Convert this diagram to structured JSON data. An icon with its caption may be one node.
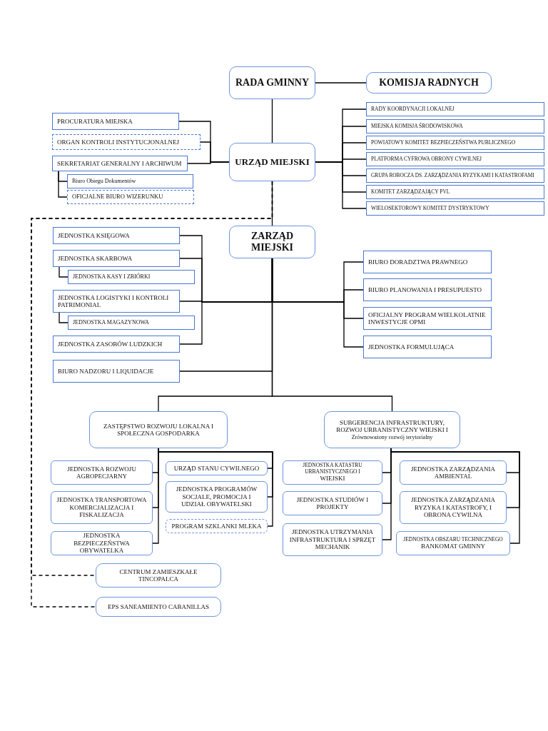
{
  "diagram": {
    "nodes": [
      {
        "text": [
          "RADA GMINNY"
        ]
      },
      {
        "text": [
          "KOMISJA RADNYCH"
        ]
      },
      {
        "text": [
          "URZĄD MIEJSKI"
        ]
      },
      {
        "text": [
          "PROCURATURA MIEJSKA"
        ]
      },
      {
        "text": [
          "ORGAN KONTROLI INSTYTUCJONALNEJ"
        ]
      },
      {
        "text": [
          "SEKRETARIAT GENERALNY I ARCHIWUM"
        ]
      },
      {
        "text": [
          "Biuro Obiegu Dokumentów"
        ]
      },
      {
        "text": [
          "OFICJALNE BIURO WIZERUNKU"
        ]
      },
      {
        "text": [
          "RADY KOORDYNACJI LOKALNEJ"
        ]
      },
      {
        "text": [
          "MIEJSKA KOMISJA ŚRODOWISKOWA"
        ]
      },
      {
        "text": [
          "POWIATOWY KOMITET BEZPIECZEŃSTWA PUBLICZNEGO"
        ]
      },
      {
        "text": [
          "PLATFORMA CYFROWA OBRONY CYWILNEJ"
        ]
      },
      {
        "text": [
          "GRUPA ROBOCZA DS. ZARZĄDZANIA RYZYKAMI I KATASTROFAMI"
        ]
      },
      {
        "text": [
          "KOMITET ZARZĄDZAJĄCY PVL"
        ]
      },
      {
        "text": [
          "WIELOSEKTOROWY KOMITET DYSTRYKTOWY"
        ]
      },
      {
        "text": [
          "ZARZĄD MIEJSKI"
        ]
      },
      {
        "text": [
          "JEDNOSTKA KSIĘGOWA"
        ]
      },
      {
        "text": [
          "JEDNOSTKA SKARBOWA"
        ]
      },
      {
        "text": [
          "JEDNOSTKA KASY I ZBIÓRKI"
        ]
      },
      {
        "text": [
          "JEDNOSTKA LOGISTYKI I KONTROLI PATRIMONIAL"
        ]
      },
      {
        "text": [
          "JEDNOSTKA MAGAZYNOWA"
        ]
      },
      {
        "text": [
          "JEDNOSTKA ZASOBÓW LUDZKICH"
        ]
      },
      {
        "text": [
          "BIURO NADZORU I LIQUIDACJE"
        ]
      },
      {
        "text": [
          "BIURO DORADZTWA PRAWNEGO"
        ]
      },
      {
        "text": [
          "BIURO PLANOWANIA I PRESUPUESTO"
        ]
      },
      {
        "text": [
          "OFICJALNY PROGRAM WIELKOLATNIE INWESTYCJE OPMI"
        ]
      },
      {
        "text": [
          "JEDNOSTKA FORMULUJĄCA"
        ]
      },
      {
        "text": [
          "ZASTĘPSTWO ROZWOJU LOKALNA I SPOŁECZNA GOSPODARKA"
        ]
      },
      {
        "text": [
          "SUBGERENCJA INFRASTRUKTURY, ROZWOJ URBANISTYCZNY WIEJSKI I",
          "Zrównoważony rozwój terytorialny"
        ]
      },
      {
        "text": [
          "JEDNOSTKA ROZWOJU AGROPECJARNY"
        ]
      },
      {
        "text": [
          "JEDNOSTKA TRANSPORTOWA KOMERCJALIZACJA I FISKALIZACJA"
        ]
      },
      {
        "text": [
          "JEDNOSTKA BEZPIECZEŃSTWA OBYWATELKA"
        ]
      },
      {
        "text": [
          "URZĄD STANU CYWILNEGO"
        ]
      },
      {
        "text": [
          "JEDNOSTKA PROGRAMÓW SOCJALE, PROMOCJA I UDZIAŁ OBYWATELSKI"
        ]
      },
      {
        "text": [
          "PROGRAM SZKLANKI MLEKA"
        ]
      },
      {
        "text": [
          "JEDNOSTKA KATASTRU URBANISTYCZNEGO I",
          "WIEJSKI"
        ]
      },
      {
        "text": [
          "JEDNOSTKA STUDIÓW I PROJEKTY"
        ]
      },
      {
        "text": [
          "JEDNOSTKA UTRZYMANIA INFRASTRUKTURA I SPRZĘT MECHANIK"
        ]
      },
      {
        "text": [
          "JEDNOSTKA ZARZĄDZANIA AMBIENTAL"
        ]
      },
      {
        "text": [
          "JEDNOSTKA ZARZĄDZANIA RYZYKA I KATASTROFY, I OBRONA CYWILNA"
        ]
      },
      {
        "text": [
          "JEDNOSTKA OBSZARU TECHNICZNEGO",
          "BANKOMAT GMINNY"
        ]
      },
      {
        "text": [
          "CENTRUM ZAMIESZKAŁE TINCOPALCA"
        ]
      },
      {
        "text": [
          "EPS SANEAMIENTO CABANILLAS"
        ]
      }
    ],
    "edges": [
      {
        "from": 0,
        "to": 1,
        "arrow": "none"
      },
      {
        "from": 0,
        "to": 2,
        "arrow": "none"
      },
      {
        "from": 2,
        "to": 3,
        "arrow": "none"
      },
      {
        "from": 2,
        "to": 4,
        "arrow": "none"
      },
      {
        "from": 2,
        "to": 5,
        "arrow": "none"
      },
      {
        "from": 5,
        "to": 6,
        "arrow": "none"
      },
      {
        "from": 5,
        "to": 7,
        "arrow": "none"
      },
      {
        "from": 2,
        "to": 8,
        "arrow": "none"
      },
      {
        "from": 2,
        "to": 9,
        "arrow": "none"
      },
      {
        "from": 2,
        "to": 10,
        "arrow": "none"
      },
      {
        "from": 2,
        "to": 11,
        "arrow": "none"
      },
      {
        "from": 2,
        "to": 12,
        "arrow": "none"
      },
      {
        "from": 2,
        "to": 13,
        "arrow": "none"
      },
      {
        "from": 2,
        "to": 14,
        "arrow": "none"
      },
      {
        "from": 2,
        "to": 15,
        "arrow": "none"
      },
      {
        "from": 15,
        "to": 16,
        "arrow": "none"
      },
      {
        "from": 15,
        "to": 17,
        "arrow": "none"
      },
      {
        "from": 17,
        "to": 18,
        "arrow": "none"
      },
      {
        "from": 15,
        "to": 19,
        "arrow": "none"
      },
      {
        "from": 19,
        "to": 20,
        "arrow": "none"
      },
      {
        "from": 15,
        "to": 21,
        "arrow": "none"
      },
      {
        "from": 15,
        "to": 22,
        "arrow": "none"
      },
      {
        "from": 15,
        "to": 23,
        "arrow": "none"
      },
      {
        "from": 15,
        "to": 24,
        "arrow": "none"
      },
      {
        "from": 15,
        "to": 25,
        "arrow": "none"
      },
      {
        "from": 15,
        "to": 26,
        "arrow": "none"
      },
      {
        "from": 15,
        "to": 27,
        "arrow": "none"
      },
      {
        "from": 15,
        "to": 28,
        "arrow": "none"
      },
      {
        "from": 27,
        "to": 29,
        "arrow": "none"
      },
      {
        "from": 27,
        "to": 30,
        "arrow": "none"
      },
      {
        "from": 27,
        "to": 31,
        "arrow": "none"
      },
      {
        "from": 27,
        "to": 32,
        "arrow": "none"
      },
      {
        "from": 27,
        "to": 33,
        "arrow": "none"
      },
      {
        "from": 27,
        "to": 34,
        "arrow": "none"
      },
      {
        "from": 28,
        "to": 35,
        "arrow": "none"
      },
      {
        "from": 28,
        "to": 36,
        "arrow": "none"
      },
      {
        "from": 28,
        "to": 37,
        "arrow": "none"
      },
      {
        "from": 28,
        "to": 38,
        "arrow": "none"
      },
      {
        "from": 28,
        "to": 39,
        "arrow": "none"
      },
      {
        "from": 28,
        "to": 40,
        "arrow": "none"
      },
      {
        "from": 2,
        "to": 41,
        "arrow": "none",
        "style": "dashed"
      },
      {
        "from": 2,
        "to": 42,
        "arrow": "none",
        "style": "dashed"
      }
    ]
  }
}
